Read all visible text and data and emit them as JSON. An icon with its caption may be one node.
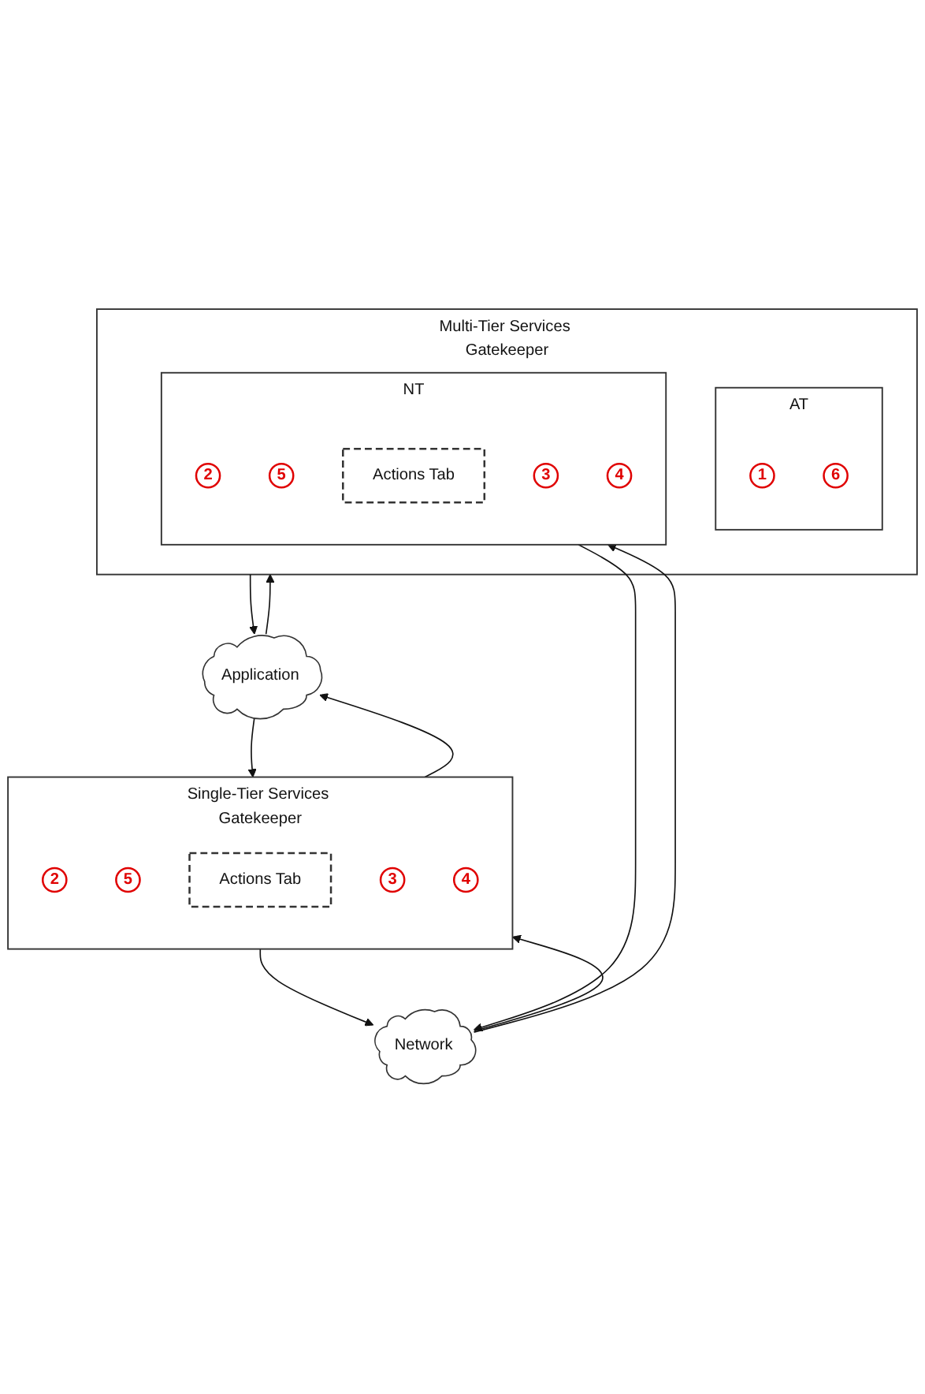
{
  "diagram": {
    "nodes": [
      {
        "text": [
          "Application"
        ]
      },
      {
        "text": [
          "Single-Tier Services Gatekeeper"
        ]
      },
      {
        "text": [
          "2"
        ],
        "in": 1
      },
      {
        "text": [
          "5"
        ],
        "in": 1
      },
      {
        "text": [
          "Actions Tab"
        ],
        "in": 1
      },
      {
        "text": [
          "3"
        ],
        "in": 1
      },
      {
        "text": [
          "4"
        ],
        "in": 1
      },
      {
        "text": [
          "Multi-Tier Services Gatekeeper"
        ]
      },
      {
        "text": [
          "AT"
        ],
        "in": 7
      },
      {
        "text": [
          "1"
        ],
        "in": 8
      },
      {
        "text": [
          "6"
        ],
        "in": 8
      },
      {
        "text": [
          "NT"
        ],
        "in": 7
      },
      {
        "text": [
          "2"
        ],
        "in": 11
      },
      {
        "text": [
          "5"
        ],
        "in": 11
      },
      {
        "text": [
          "Actions Tab"
        ],
        "in": 11
      },
      {
        "text": [
          "3"
        ],
        "in": 11
      },
      {
        "text": [
          "4"
        ],
        "in": 11
      },
      {
        "text": [
          "Network"
        ]
      }
    ],
    "edges": [
      {
        "from": 0,
        "to": 1,
        "arrow": "to"
      },
      {
        "from": 1,
        "to": 0,
        "arrow": "to"
      },
      {
        "from": 0,
        "to": 7,
        "arrow": "to"
      },
      {
        "from": 7,
        "to": 0,
        "arrow": "to"
      },
      {
        "from": 1,
        "to": 17,
        "arrow": "to"
      },
      {
        "from": 17,
        "to": 1,
        "arrow": "to"
      },
      {
        "from": 11,
        "to": 17,
        "arrow": "to"
      },
      {
        "from": 17,
        "to": 11,
        "arrow": "to"
      }
    ]
  }
}
